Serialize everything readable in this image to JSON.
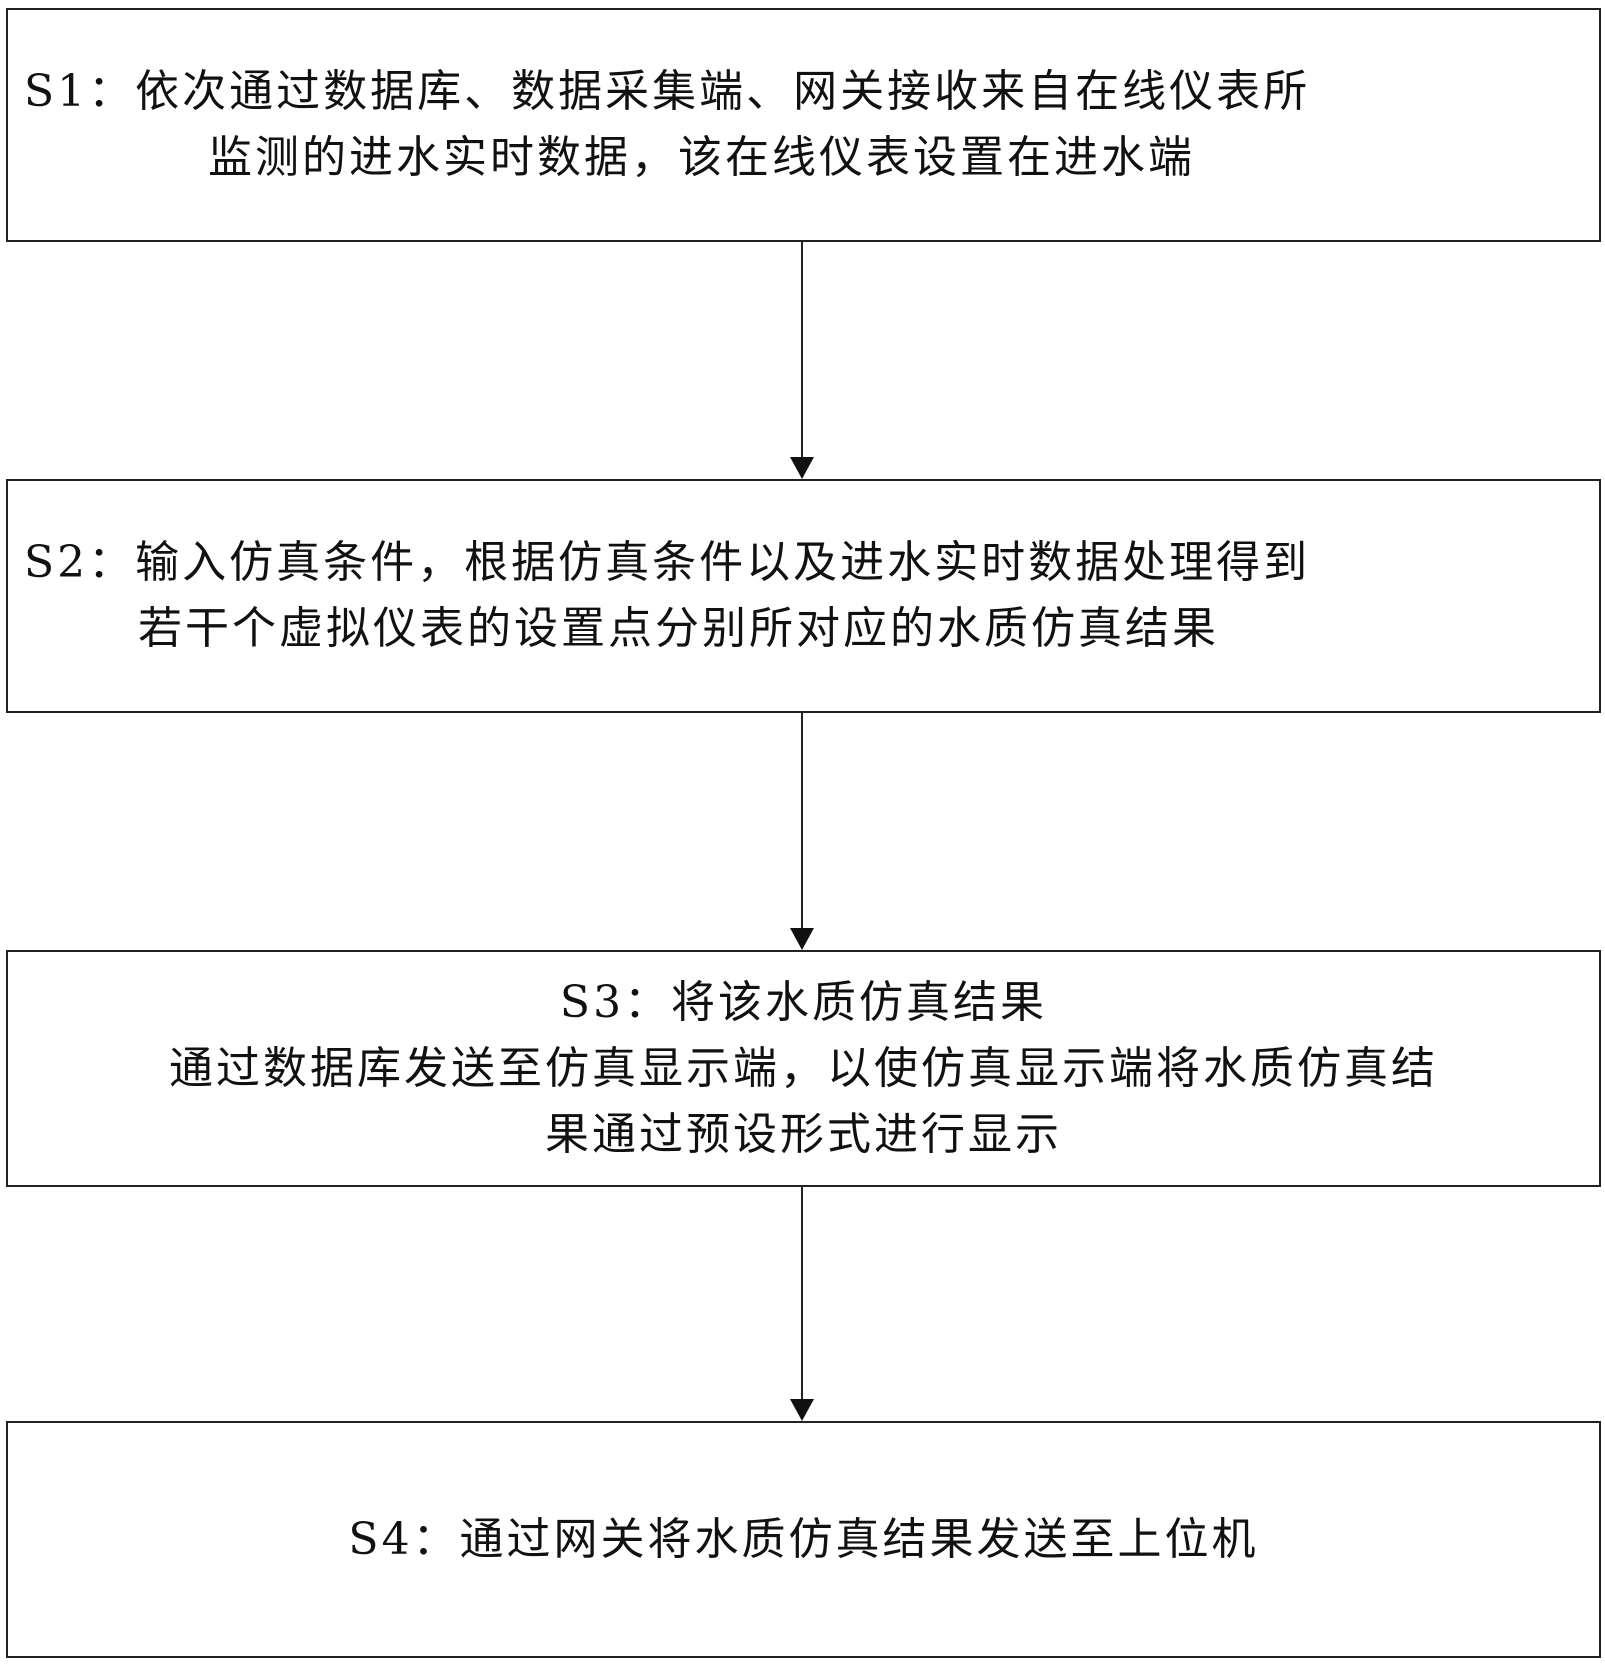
{
  "steps": [
    {
      "id": "S1",
      "lines": [
        "S1：依次通过数据库、数据采集端、网关接收来自在线仪表所",
        "监测的进水实时数据，该在线仪表设置在进水端"
      ]
    },
    {
      "id": "S2",
      "lines": [
        "S2：输入仿真条件，根据仿真条件以及进水实时数据处理得到",
        "若干个虚拟仪表的设置点分别所对应的水质仿真结果"
      ]
    },
    {
      "id": "S3",
      "lines": [
        "S3：将该水质仿真结果",
        "通过数据库发送至仿真显示端，以使仿真显示端将水质仿真结",
        "果通过预设形式进行显示"
      ]
    },
    {
      "id": "S4",
      "lines": [
        "S4：通过网关将水质仿真结果发送至上位机"
      ]
    }
  ]
}
